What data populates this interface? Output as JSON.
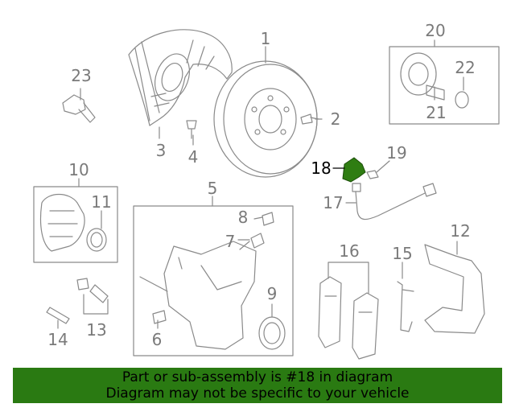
{
  "labels": {
    "p1": "1",
    "p2": "2",
    "p3": "3",
    "p4": "4",
    "p5": "5",
    "p6": "6",
    "p7": "7",
    "p8": "8",
    "p9": "9",
    "p10": "10",
    "p11": "11",
    "p12": "12",
    "p13": "13",
    "p14": "14",
    "p15": "15",
    "p16": "16",
    "p17": "17",
    "p18": "18",
    "p19": "19",
    "p20": "20",
    "p21": "21",
    "p22": "22",
    "p23": "23"
  },
  "highlight": {
    "part": "18",
    "color": "#2f7d12"
  },
  "banner": {
    "line1": "Part or sub-assembly is #18 in diagram",
    "line2": "Diagram may not be specific to your vehicle",
    "color": "#2a7a12"
  }
}
